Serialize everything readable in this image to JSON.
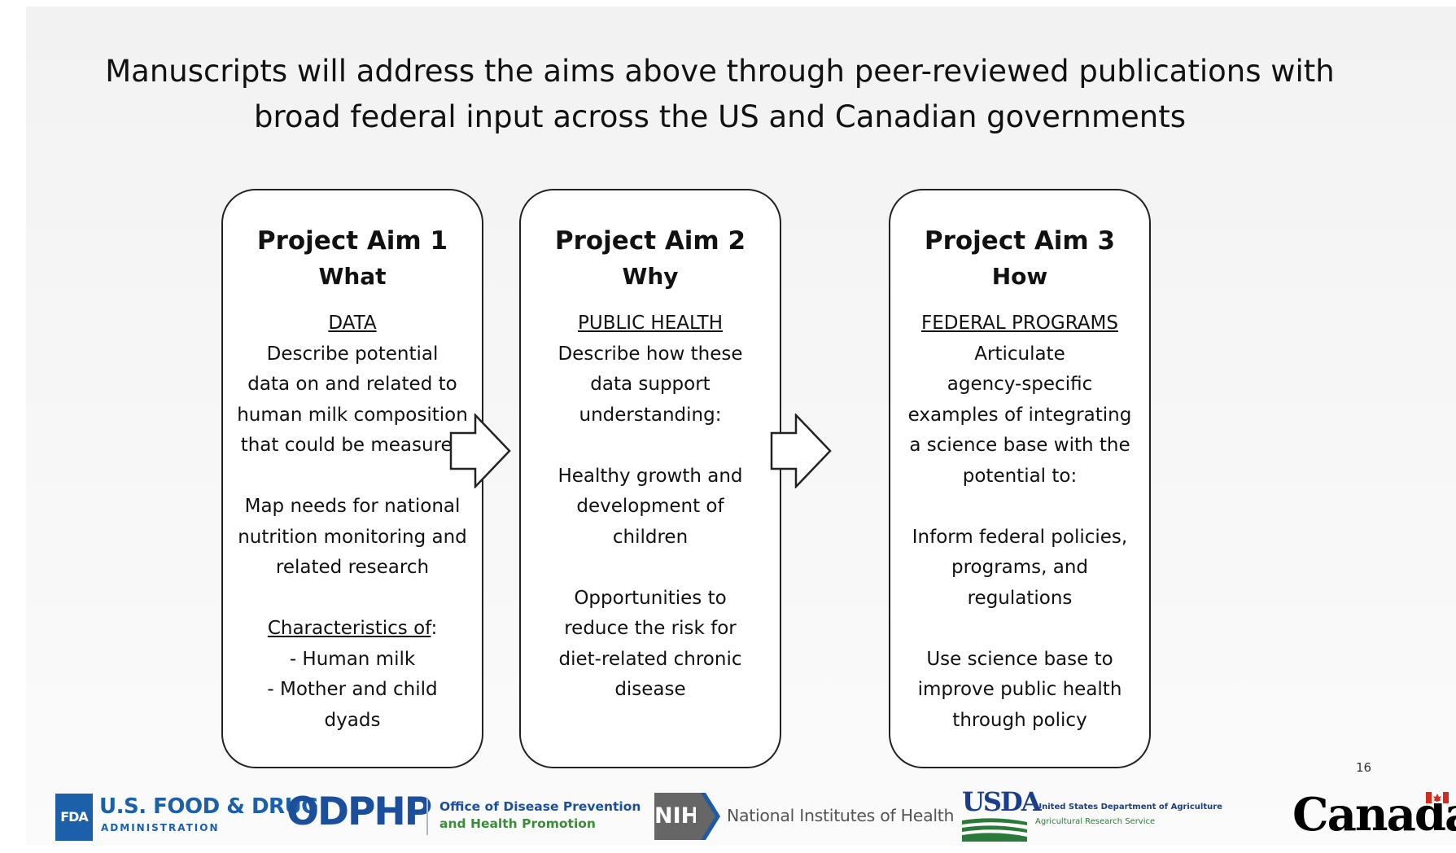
{
  "title": {
    "line1": "Manuscripts will address the aims above through peer-reviewed publications with",
    "line2": "broad federal input across the US and Canadian governments"
  },
  "aims": [
    {
      "name": "Project Aim 1",
      "sub": "What",
      "heading": "DATA",
      "para1": [
        "Describe potential",
        "data on and related to",
        "human milk composition",
        "that could be measured"
      ],
      "para2": [
        "Map needs for national",
        "nutrition monitoring and",
        "related research"
      ],
      "char_heading": "Characteristics of",
      "char_colon": ":",
      "char_items": [
        "- Human milk",
        "- Mother and child",
        "dyads"
      ]
    },
    {
      "name": "Project Aim 2",
      "sub": "Why",
      "heading": "PUBLIC HEALTH",
      "para1": [
        "Describe how these",
        "data support",
        "understanding:"
      ],
      "para2": [
        "Healthy growth and",
        "development of",
        "children"
      ],
      "para3": [
        "Opportunities to",
        "reduce the risk for",
        "diet-related chronic",
        "disease"
      ]
    },
    {
      "name": "Project Aim 3",
      "sub": "How",
      "heading": "FEDERAL PROGRAMS",
      "para1": [
        "Articulate",
        "agency-specific",
        "examples of integrating",
        "a science base with the",
        "potential to:"
      ],
      "para2": [
        "Inform federal policies,",
        "programs, and",
        "regulations"
      ],
      "para3": [
        "Use science base to",
        "improve public health",
        "through policy"
      ]
    }
  ],
  "page_number": "16",
  "logos": {
    "fda_box": "FDA",
    "fda_main": "U.S. FOOD & DRUG",
    "fda_sub": "ADMINISTRATION",
    "odphp": "ODPHP",
    "odphp_line1": "Office of Disease Prevention",
    "odphp_line2": "and Health Promotion",
    "nih_box": "NIH",
    "nih_text": "National Institutes of Health",
    "usda": "USDA",
    "usda_line1": "United States Department of Agriculture",
    "usda_line2": "Agricultural Research Service",
    "canada": "Canada"
  }
}
